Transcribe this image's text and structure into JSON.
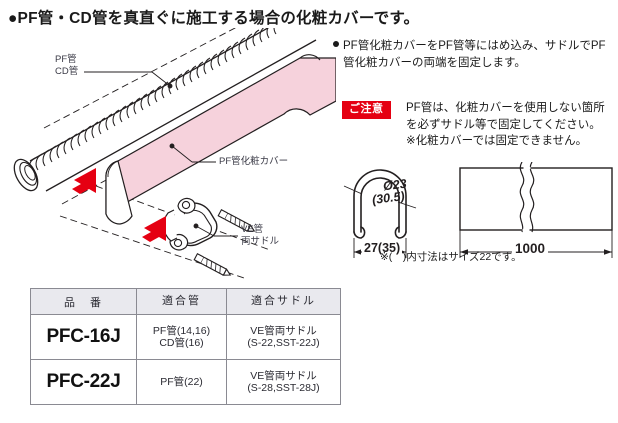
{
  "heading": "●PF管・CD管を真直ぐに施工する場合の化粧カバーです。",
  "illustration": {
    "labels": {
      "conduit_line1": "PF管",
      "conduit_line2": "CD管",
      "cover": "PF管化粧カバー",
      "saddle_line1": "VE管",
      "saddle_line2": "両サドル"
    },
    "colors": {
      "cover_fill": "#f6d2dc",
      "cover_stroke": "#231f20",
      "arrow": "#e50012",
      "line": "#231f20"
    }
  },
  "bullet": {
    "text": "PF管化粧カバーをPF管等にはめ込み、サドルでPF管化粧カバーの両端を固定します。"
  },
  "caution": {
    "badge": "ご注意",
    "badge_color": "#e50012",
    "line1": "PF管は、化粧カバーを使用しない箇所",
    "line2": "を必ずサドル等で固定してください。",
    "line3": "※化粧カバーでは固定できません。"
  },
  "dimensions": {
    "diameter": "Ø23",
    "diameter_alt": "(30.5)",
    "width": "27(35)",
    "length": "1000",
    "note": "※(　)内寸法はサイズ22です。"
  },
  "table": {
    "headers": [
      "品　番",
      "適合管",
      "適合サドル"
    ],
    "rows": [
      {
        "code": "PFC-16J",
        "pipe": [
          "PF管(14,16)",
          "CD管(16)"
        ],
        "saddle": [
          "VE管両サドル",
          "(S-22,SST-22J)"
        ]
      },
      {
        "code": "PFC-22J",
        "pipe": [
          "PF管(22)"
        ],
        "saddle": [
          "VE管両サドル",
          "(S-28,SST-28J)"
        ]
      }
    ]
  }
}
